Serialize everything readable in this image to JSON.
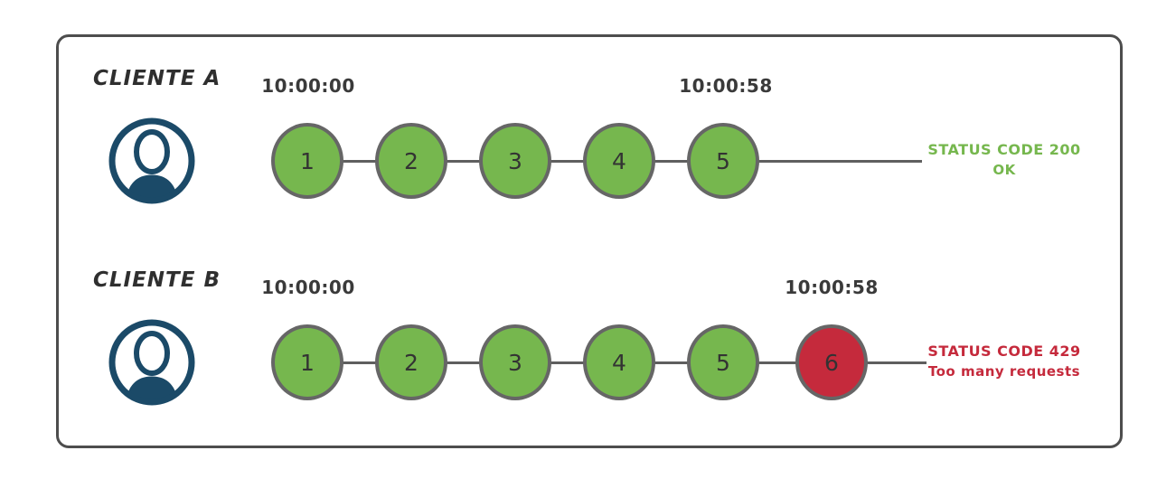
{
  "diagram": {
    "title_semantics": "rate-limit comparison of two clients",
    "clients": [
      {
        "name": "CLIENTE A",
        "start_time": "10:00:00",
        "end_time": "10:00:58",
        "requests": [
          {
            "label": "1",
            "status": "ok"
          },
          {
            "label": "2",
            "status": "ok"
          },
          {
            "label": "3",
            "status": "ok"
          },
          {
            "label": "4",
            "status": "ok"
          },
          {
            "label": "5",
            "status": "ok"
          }
        ],
        "result": {
          "line1": "STATUS CODE 200",
          "line2": "OK",
          "type": "success"
        }
      },
      {
        "name": "CLIENTE B",
        "start_time": "10:00:00",
        "end_time": "10:00:58",
        "requests": [
          {
            "label": "1",
            "status": "ok"
          },
          {
            "label": "2",
            "status": "ok"
          },
          {
            "label": "3",
            "status": "ok"
          },
          {
            "label": "4",
            "status": "ok"
          },
          {
            "label": "5",
            "status": "ok"
          },
          {
            "label": "6",
            "status": "blocked"
          }
        ],
        "result": {
          "line1": "STATUS CODE 429",
          "line2": "Too many requests",
          "type": "error"
        }
      }
    ],
    "colors": {
      "success": "#76b74e",
      "error": "#c52a3c",
      "icon": "#1b4a68",
      "connector": "#5f5f5f",
      "text": "#3a3a3a"
    }
  }
}
